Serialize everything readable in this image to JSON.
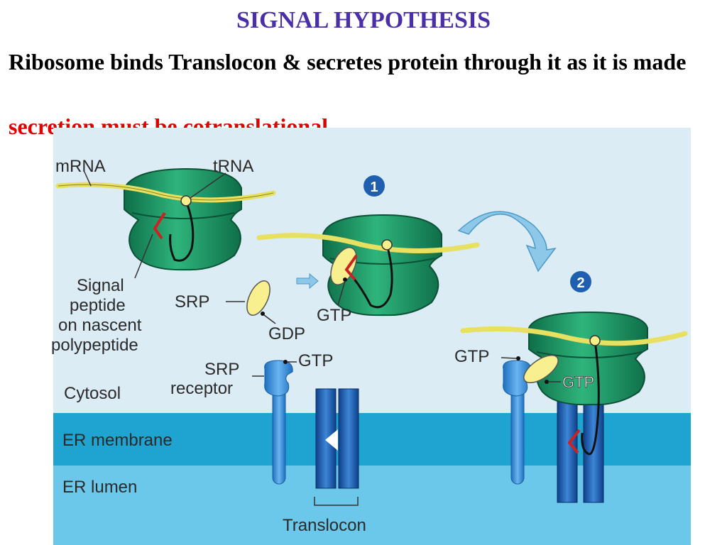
{
  "title": "SIGNAL HYPOTHESIS",
  "subtitle": "Ribosome binds Translocon & secretes protein through it as it is made",
  "conclusion": "secretion must be cotranslational",
  "diagram": {
    "labels": {
      "mrna": "mRNA",
      "trna": "tRNA",
      "signal_line1": "Signal",
      "signal_line2": "peptide",
      "signal_line3": "on nascent",
      "signal_line4": "polypeptide",
      "srp": "SRP",
      "gtp_step1": "GTP",
      "gdp": "GDP",
      "gtp_receptor": "GTP",
      "srp_receptor_line1": "SRP",
      "srp_receptor_line2": "receptor",
      "cytosol": "Cytosol",
      "er_membrane": "ER membrane",
      "er_lumen": "ER lumen",
      "translocon": "Translocon",
      "gtp_step2_left": "GTP",
      "gtp_step2_bound": "GTP"
    },
    "steps": [
      "1",
      "2"
    ],
    "colors": {
      "ribosome": "#1e9a6a",
      "mrna": "#e8e060",
      "cytosol_bg": "#dcecf4",
      "er_membrane": "#1fa3d0",
      "er_lumen": "#6cc8ea",
      "protein": "#3a8ed8",
      "signal_peptide": "#cc2222",
      "step_badge": "#1f5fb0"
    }
  }
}
